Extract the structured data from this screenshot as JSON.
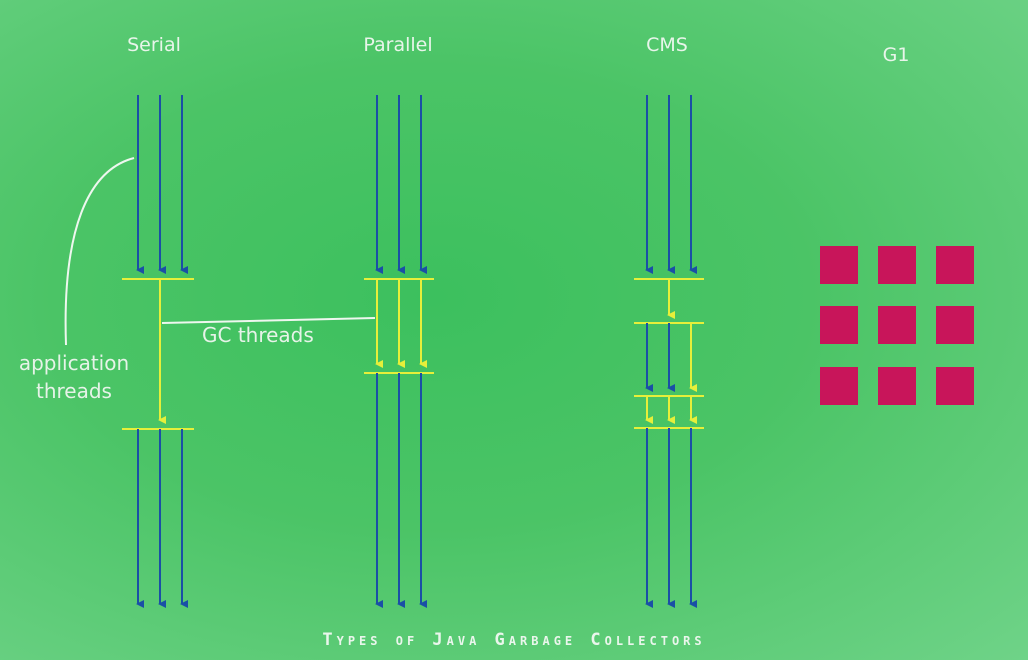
{
  "collectors": [
    {
      "name": "Serial"
    },
    {
      "name": "Parallel"
    },
    {
      "name": "CMS"
    },
    {
      "name": "G1"
    }
  ],
  "labels": {
    "application_threads_line1": "application",
    "application_threads_line2": "threads",
    "gc_threads": "GC threads"
  },
  "caption": "Types of Java Garbage Collectors",
  "colors": {
    "background": "#4bc466",
    "app_thread": "#1a4fa6",
    "gc_thread": "#e6ef3a",
    "g1_region": "#c8155a",
    "label_text": "#e6f3e8"
  }
}
